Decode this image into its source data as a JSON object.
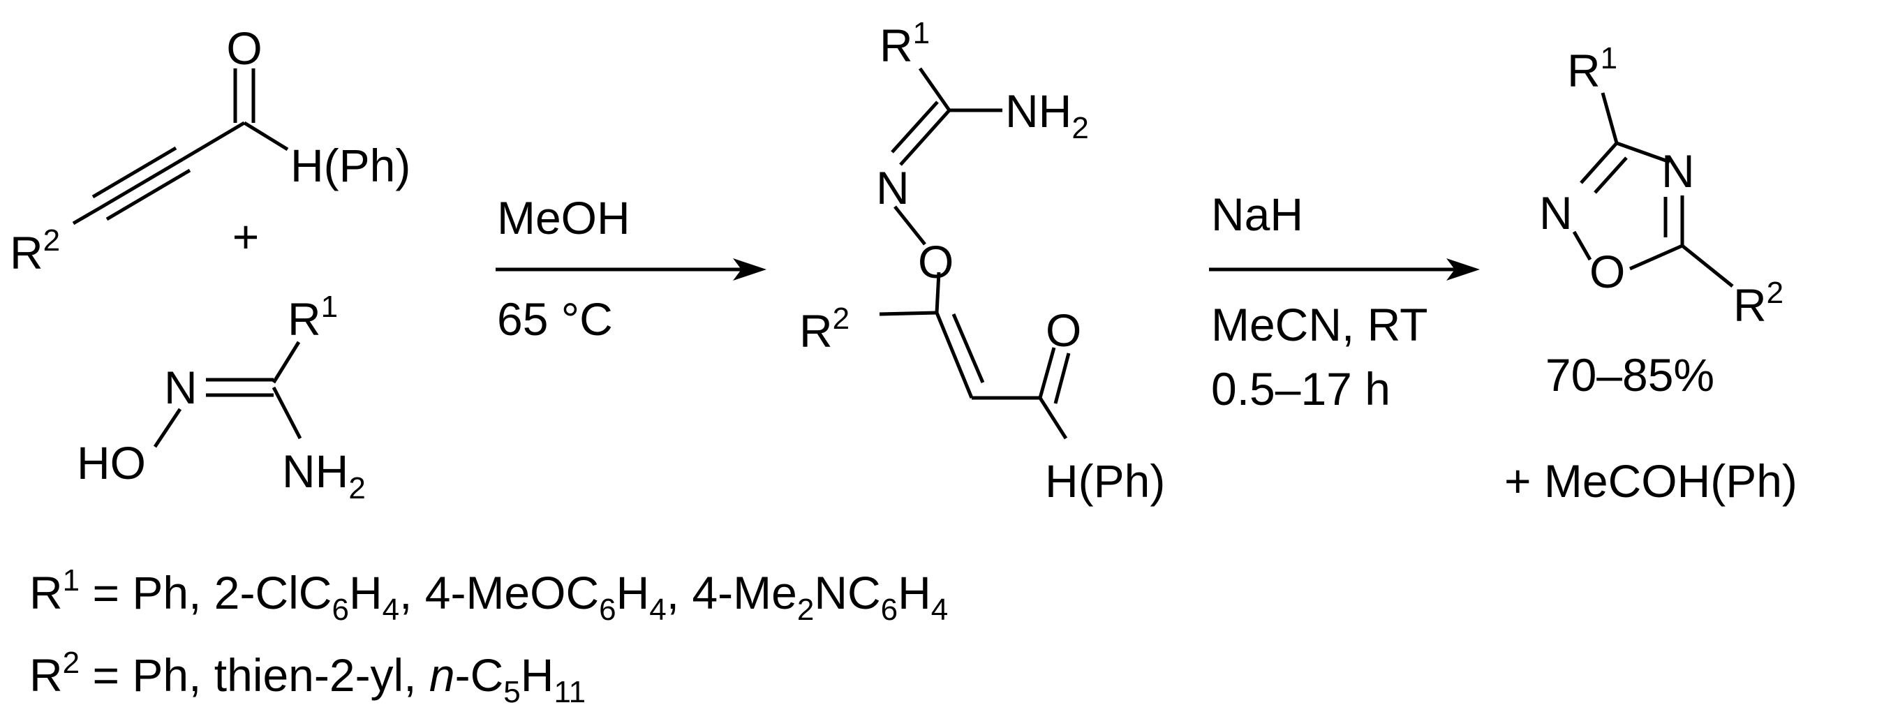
{
  "reactant_ynone": {
    "oxygen": "O",
    "aldehyde_substituent": "H(Ph)",
    "r2_symbol": "R",
    "r2_index": "2"
  },
  "plus_1": "+",
  "reactant_amidoxime": {
    "r1_symbol": "R",
    "r1_index": "1",
    "nitrogen": "N",
    "hydroxyl": "HO",
    "amine": "NH",
    "amine_subscript": "2"
  },
  "step1": {
    "reagent": "MeOH",
    "condition": "65 °C"
  },
  "intermediate": {
    "r1_symbol": "R",
    "r1_index": "1",
    "amine": "NH",
    "amine_subscript": "2",
    "nitrogen": "N",
    "oxygen_ether": "O",
    "r2_symbol": "R",
    "r2_index": "2",
    "oxygen_carbonyl": "O",
    "aldehyde_substituent": "H(Ph)"
  },
  "step2": {
    "reagent": "NaH",
    "solvent": "MeCN, RT",
    "time": "0.5–17 h"
  },
  "product": {
    "r1_symbol": "R",
    "r1_index": "1",
    "ring_n4": "N",
    "ring_n2": "N",
    "ring_o1": "O",
    "r2_symbol": "R",
    "r2_index": "2",
    "yield": "70–85%",
    "byproduct": "+ MeCOH(Ph)"
  },
  "legend": {
    "r1_line": {
      "symbol": "R",
      "index": "1",
      "eq": " = Ph, 2-ClC",
      "s1": "6",
      "p1": "H",
      "s2": "4",
      "p2": ", 4-MeOC",
      "s3": "6",
      "p3": "H",
      "s4": "4",
      "p4": ", 4-Me",
      "s5": "2",
      "p5": "NC",
      "s6": "6",
      "p6": "H",
      "s7": "4"
    },
    "r2_line": {
      "symbol": "R",
      "index": "2",
      "eq": " = Ph, thien-2-yl, ",
      "italic_n": "n",
      "p1": "-C",
      "s1": "5",
      "p2": "H",
      "s2": "11"
    }
  }
}
